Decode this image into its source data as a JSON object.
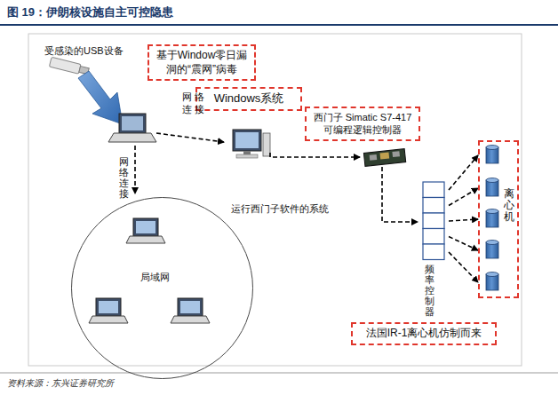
{
  "diagram": {
    "title": "图 19：伊朗核设施自主可控隐患",
    "caption": "资料来源：东兴证券研究所",
    "nodes": [
      {
        "text": [
          "基于Window零日漏洞的“震网”病毒"
        ]
      },
      {
        "text": [
          "Windows系统"
        ]
      },
      {
        "text": [
          "运行西门子软件的系统"
        ]
      },
      {
        "text": [
          "西门子 Simatic S7-417 可编程逻辑控制器"
        ]
      },
      {
        "text": [
          "局域网"
        ]
      },
      {
        "text": [
          "频率控制器"
        ]
      },
      {
        "text": [
          "离心机"
        ]
      },
      {
        "text": [
          "法国IR-1离心机仿制而来"
        ]
      }
    ],
    "edges": [
      {
        "from": 2,
        "to": 3,
        "arrow": "to"
      },
      {
        "from": 3,
        "to": 5,
        "arrow": "to"
      },
      {
        "from": 5,
        "to": 6,
        "arrow": "to"
      }
    ],
    "labels": [
      "受感染的USB设备",
      "网络连接",
      "网络连接"
    ]
  }
}
